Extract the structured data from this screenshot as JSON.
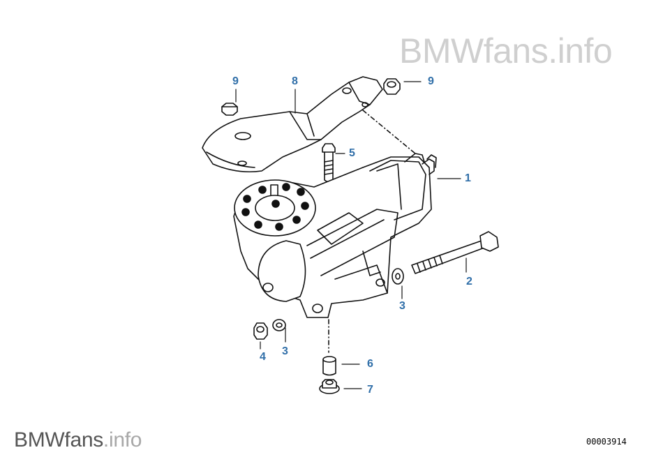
{
  "watermark_top": {
    "brand": "BMWfans",
    "suffix": ".info"
  },
  "watermark_bottom": {
    "brand": "BMWfans",
    "suffix": ".info"
  },
  "diagram_id": "00003914",
  "callouts": [
    {
      "id": "c1",
      "label": "1",
      "part": "steering-gear-box"
    },
    {
      "id": "c2",
      "label": "2",
      "part": "long-bolt"
    },
    {
      "id": "c3a",
      "label": "3",
      "part": "washer-right"
    },
    {
      "id": "c3b",
      "label": "3",
      "part": "washer-left"
    },
    {
      "id": "c4",
      "label": "4",
      "part": "nut-left"
    },
    {
      "id": "c5",
      "label": "5",
      "part": "hex-bolt"
    },
    {
      "id": "c6",
      "label": "6",
      "part": "rubber-bushing"
    },
    {
      "id": "c7",
      "label": "7",
      "part": "collar-nut"
    },
    {
      "id": "c8",
      "label": "8",
      "part": "mounting-bracket"
    },
    {
      "id": "c9a",
      "label": "9",
      "part": "nut-top-left"
    },
    {
      "id": "c9b",
      "label": "9",
      "part": "nut-top-right"
    }
  ],
  "colors": {
    "callout": "#2f6ea8",
    "line": "#111111",
    "watermark": "#cfcfcf"
  }
}
